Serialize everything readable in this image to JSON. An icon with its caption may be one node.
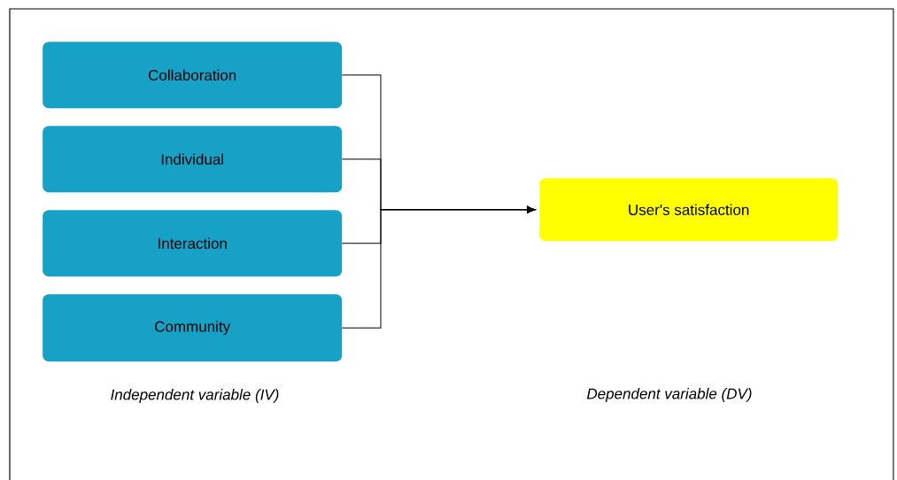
{
  "diagram": {
    "nodes": [
      {
        "text": [
          "Collaboration"
        ]
      },
      {
        "text": [
          "Individual"
        ]
      },
      {
        "text": [
          "Interaction"
        ]
      },
      {
        "text": [
          "Community"
        ]
      },
      {
        "text": [
          "User's satisfaction"
        ]
      }
    ],
    "edges": [
      {
        "from": 0,
        "to": 4,
        "arrow": "to"
      },
      {
        "from": 1,
        "to": 4,
        "arrow": "to"
      },
      {
        "from": 2,
        "to": 4,
        "arrow": "to"
      },
      {
        "from": 3,
        "to": 4,
        "arrow": "to"
      }
    ],
    "labels": [
      "Independent variable (IV)",
      "Dependent variable (DV)"
    ]
  }
}
